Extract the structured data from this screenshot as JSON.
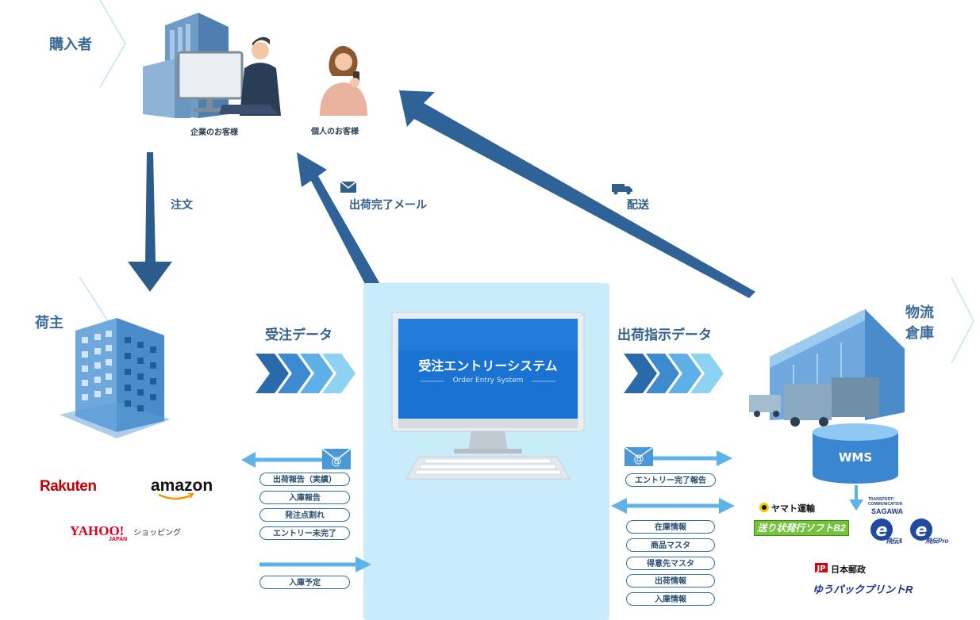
{
  "buyers": {
    "title": "購入者",
    "corporate_label": "企業のお客様",
    "individual_label": "個人のお客様"
  },
  "flows": {
    "order": "注文",
    "shipment_mail": "出荷完了メール",
    "delivery": "配送",
    "order_data": "受注データ",
    "shipping_instruction_data": "出荷指示データ"
  },
  "shipper": {
    "title": "荷主"
  },
  "warehouse": {
    "title_line1": "物流",
    "title_line2": "倉庫",
    "wms": "WMS"
  },
  "system": {
    "title": "受注エントリーシステム",
    "subtitle": "Order Entry System"
  },
  "left_reports": [
    "出荷報告（実績）",
    "入庫報告",
    "発注点割れ",
    "エントリー未完了"
  ],
  "left_incoming": "入庫予定",
  "right_report": "エントリー完了報告",
  "right_masters": [
    "在庫情報",
    "商品マスタ",
    "得意先マスタ",
    "出荷情報",
    "入庫情報"
  ],
  "marketplaces": {
    "rakuten": "Rakuten",
    "amazon": "amazon",
    "yahoo": "YAHOO!",
    "yahoo_sub": "JAPAN",
    "yahoo_shopping": "ショッピング"
  },
  "carriers": {
    "yamato": "ヤマト運輸",
    "yamato_b2": "送り状発行ソフトB2",
    "sagawa_top": "TRANSPORT/ COMMUNICATION",
    "sagawa": "SAGAWA",
    "hiden2": "飛伝Ⅱ",
    "hidenpro": "飛伝Pro",
    "japanpost": "日本郵政",
    "yupack": "ゆうパックプリントR"
  },
  "colors": {
    "dark_blue": "#2f5f8a",
    "arrow_blue": "#2c6aa4",
    "light_arrow": "#5db3e8",
    "system_bg": "#c9ecfb",
    "screen_blue": "#1b6fd0"
  }
}
